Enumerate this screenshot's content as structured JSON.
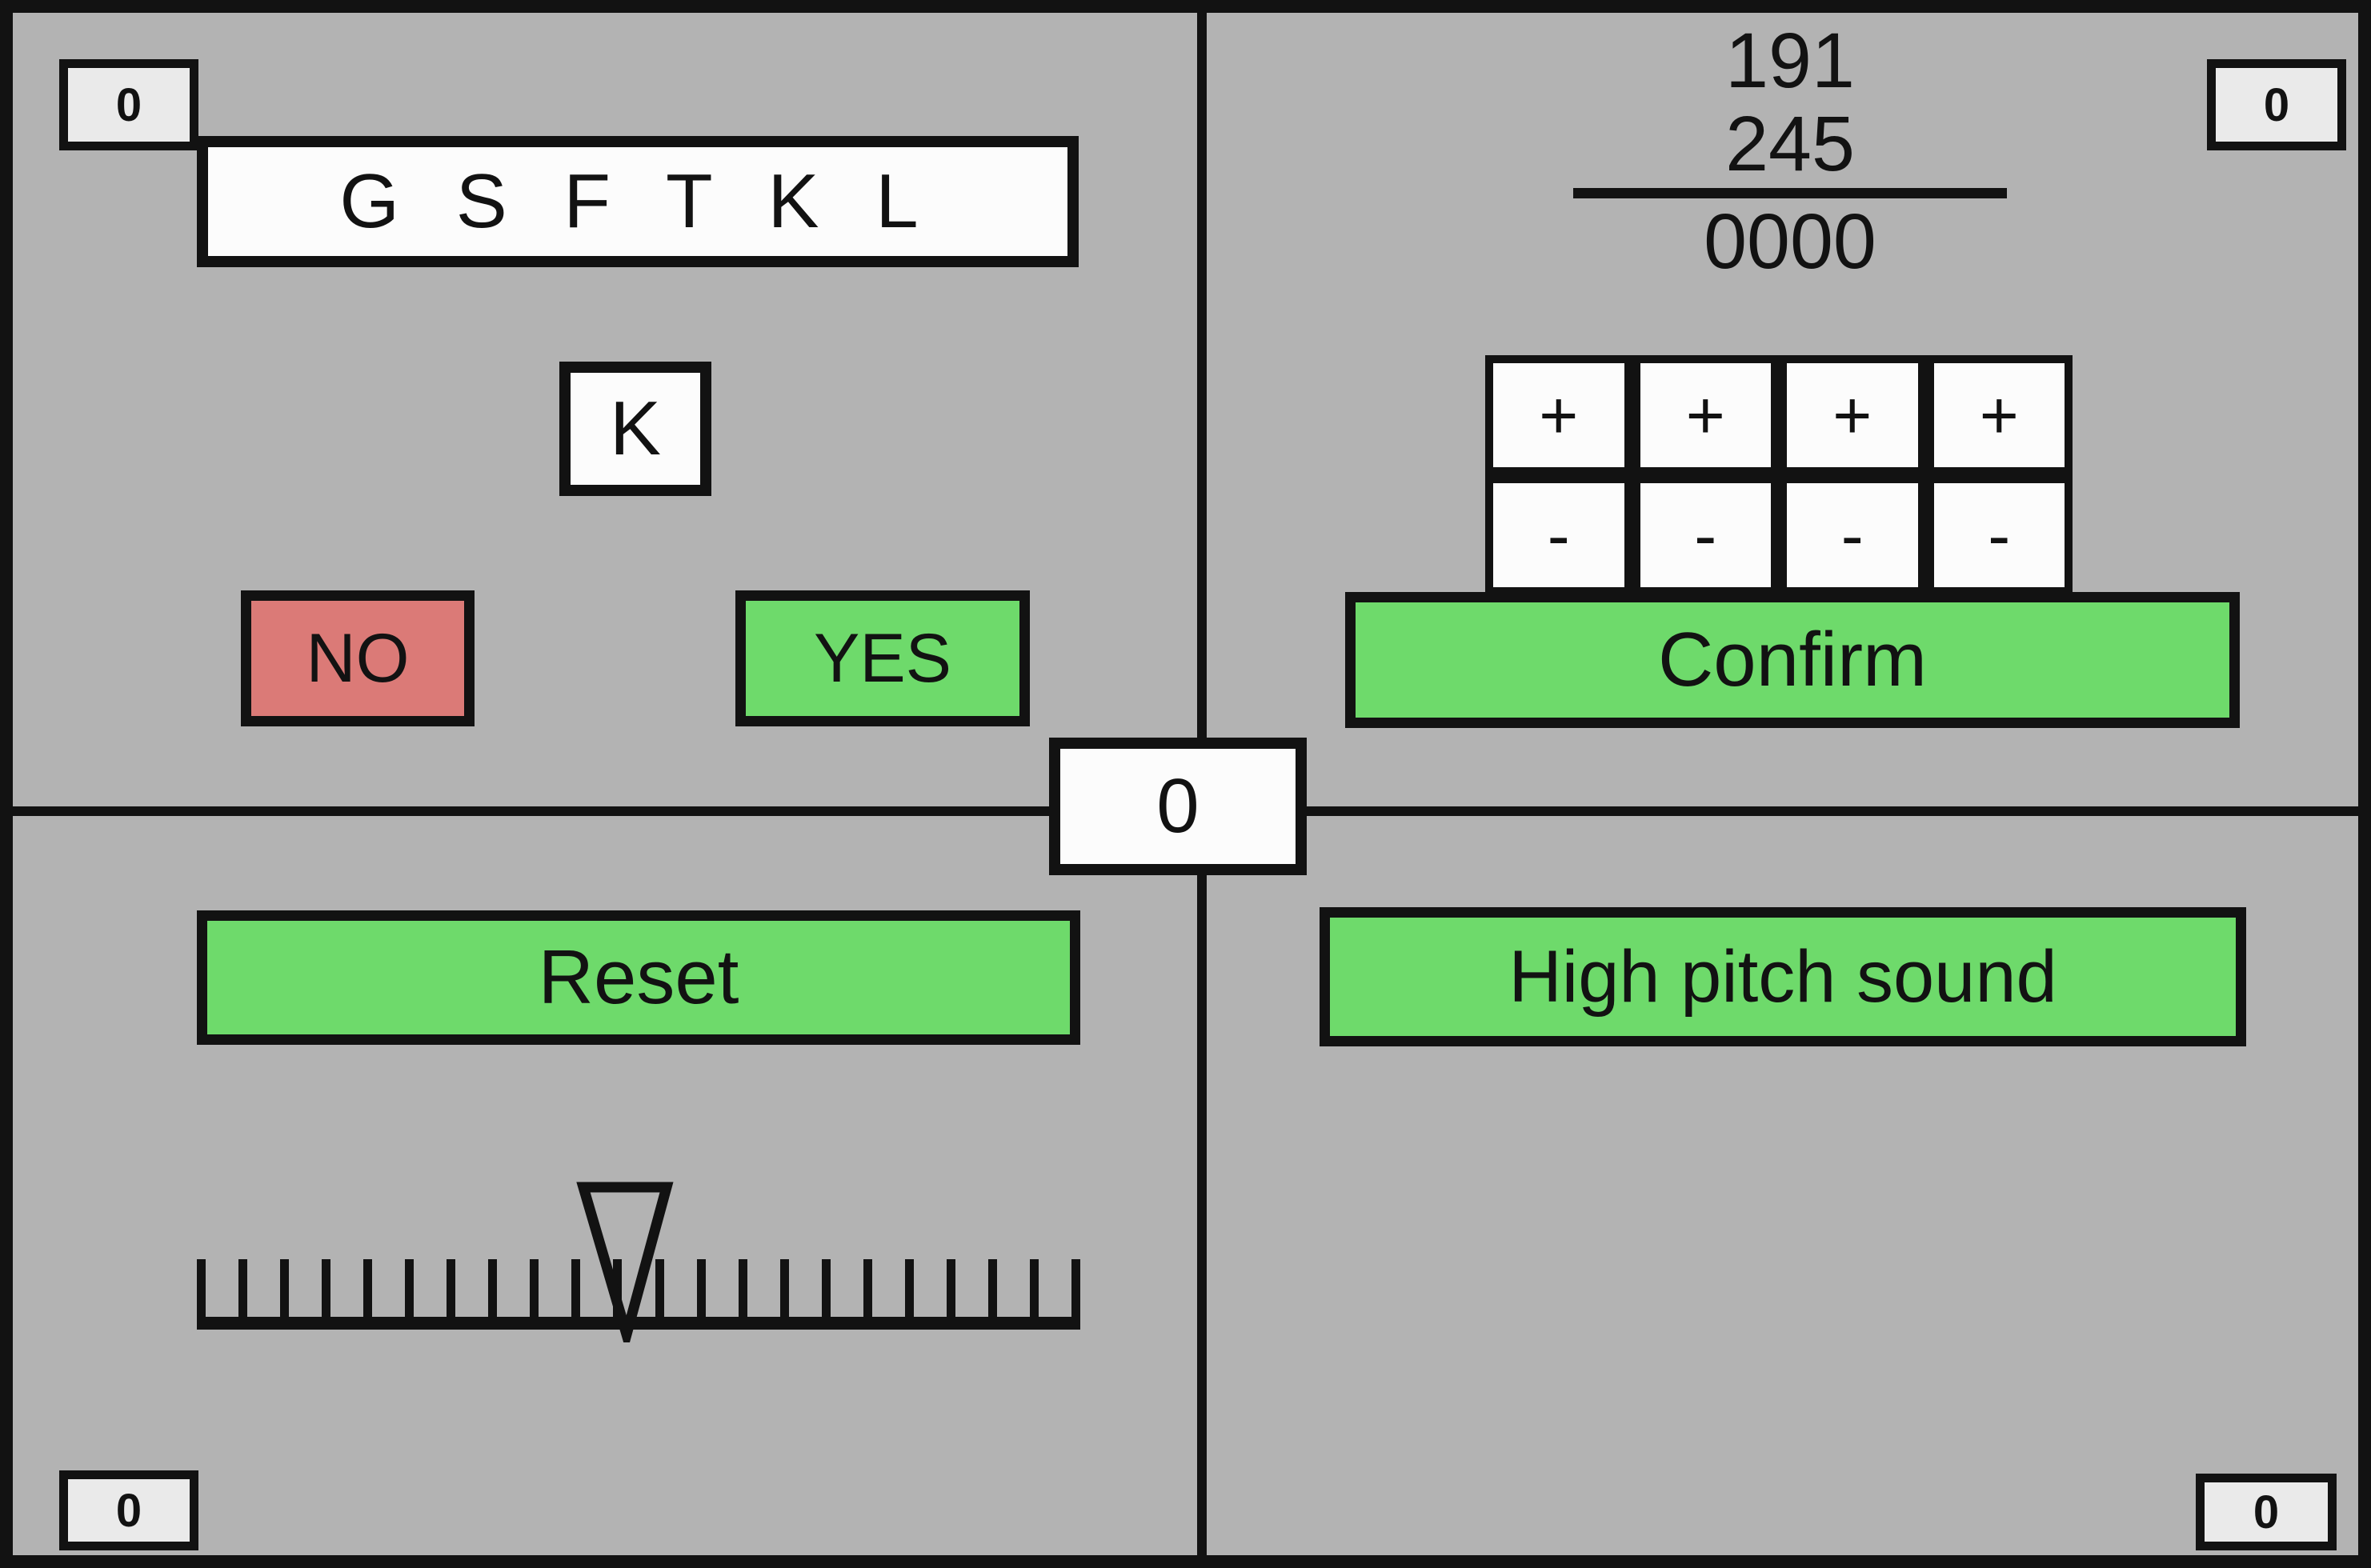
{
  "colors": {
    "background": "#b3b3b3",
    "panel_border": "#121212",
    "green": "#6eda6b",
    "red": "#db7a77",
    "counter_bg": "#eaeaea",
    "box_bg": "#fcfcfc"
  },
  "counters": {
    "top_left": "0",
    "top_right": "0",
    "bottom_left": "0",
    "bottom_right": "0"
  },
  "center": {
    "value": "0"
  },
  "top_left_panel": {
    "letters": "G S F T K L",
    "selected_letter": "K",
    "no_label": "NO",
    "yes_label": "YES"
  },
  "top_right_panel": {
    "operand_top": "191",
    "operand_bottom": "245",
    "result": "0000",
    "plus_label": "+",
    "minus_label": "-",
    "digit_columns": 4,
    "confirm_label": "Confirm"
  },
  "bottom_left_panel": {
    "reset_label": "Reset",
    "ruler_tick_count": 22
  },
  "bottom_right_panel": {
    "sound_label": "High pitch sound"
  }
}
